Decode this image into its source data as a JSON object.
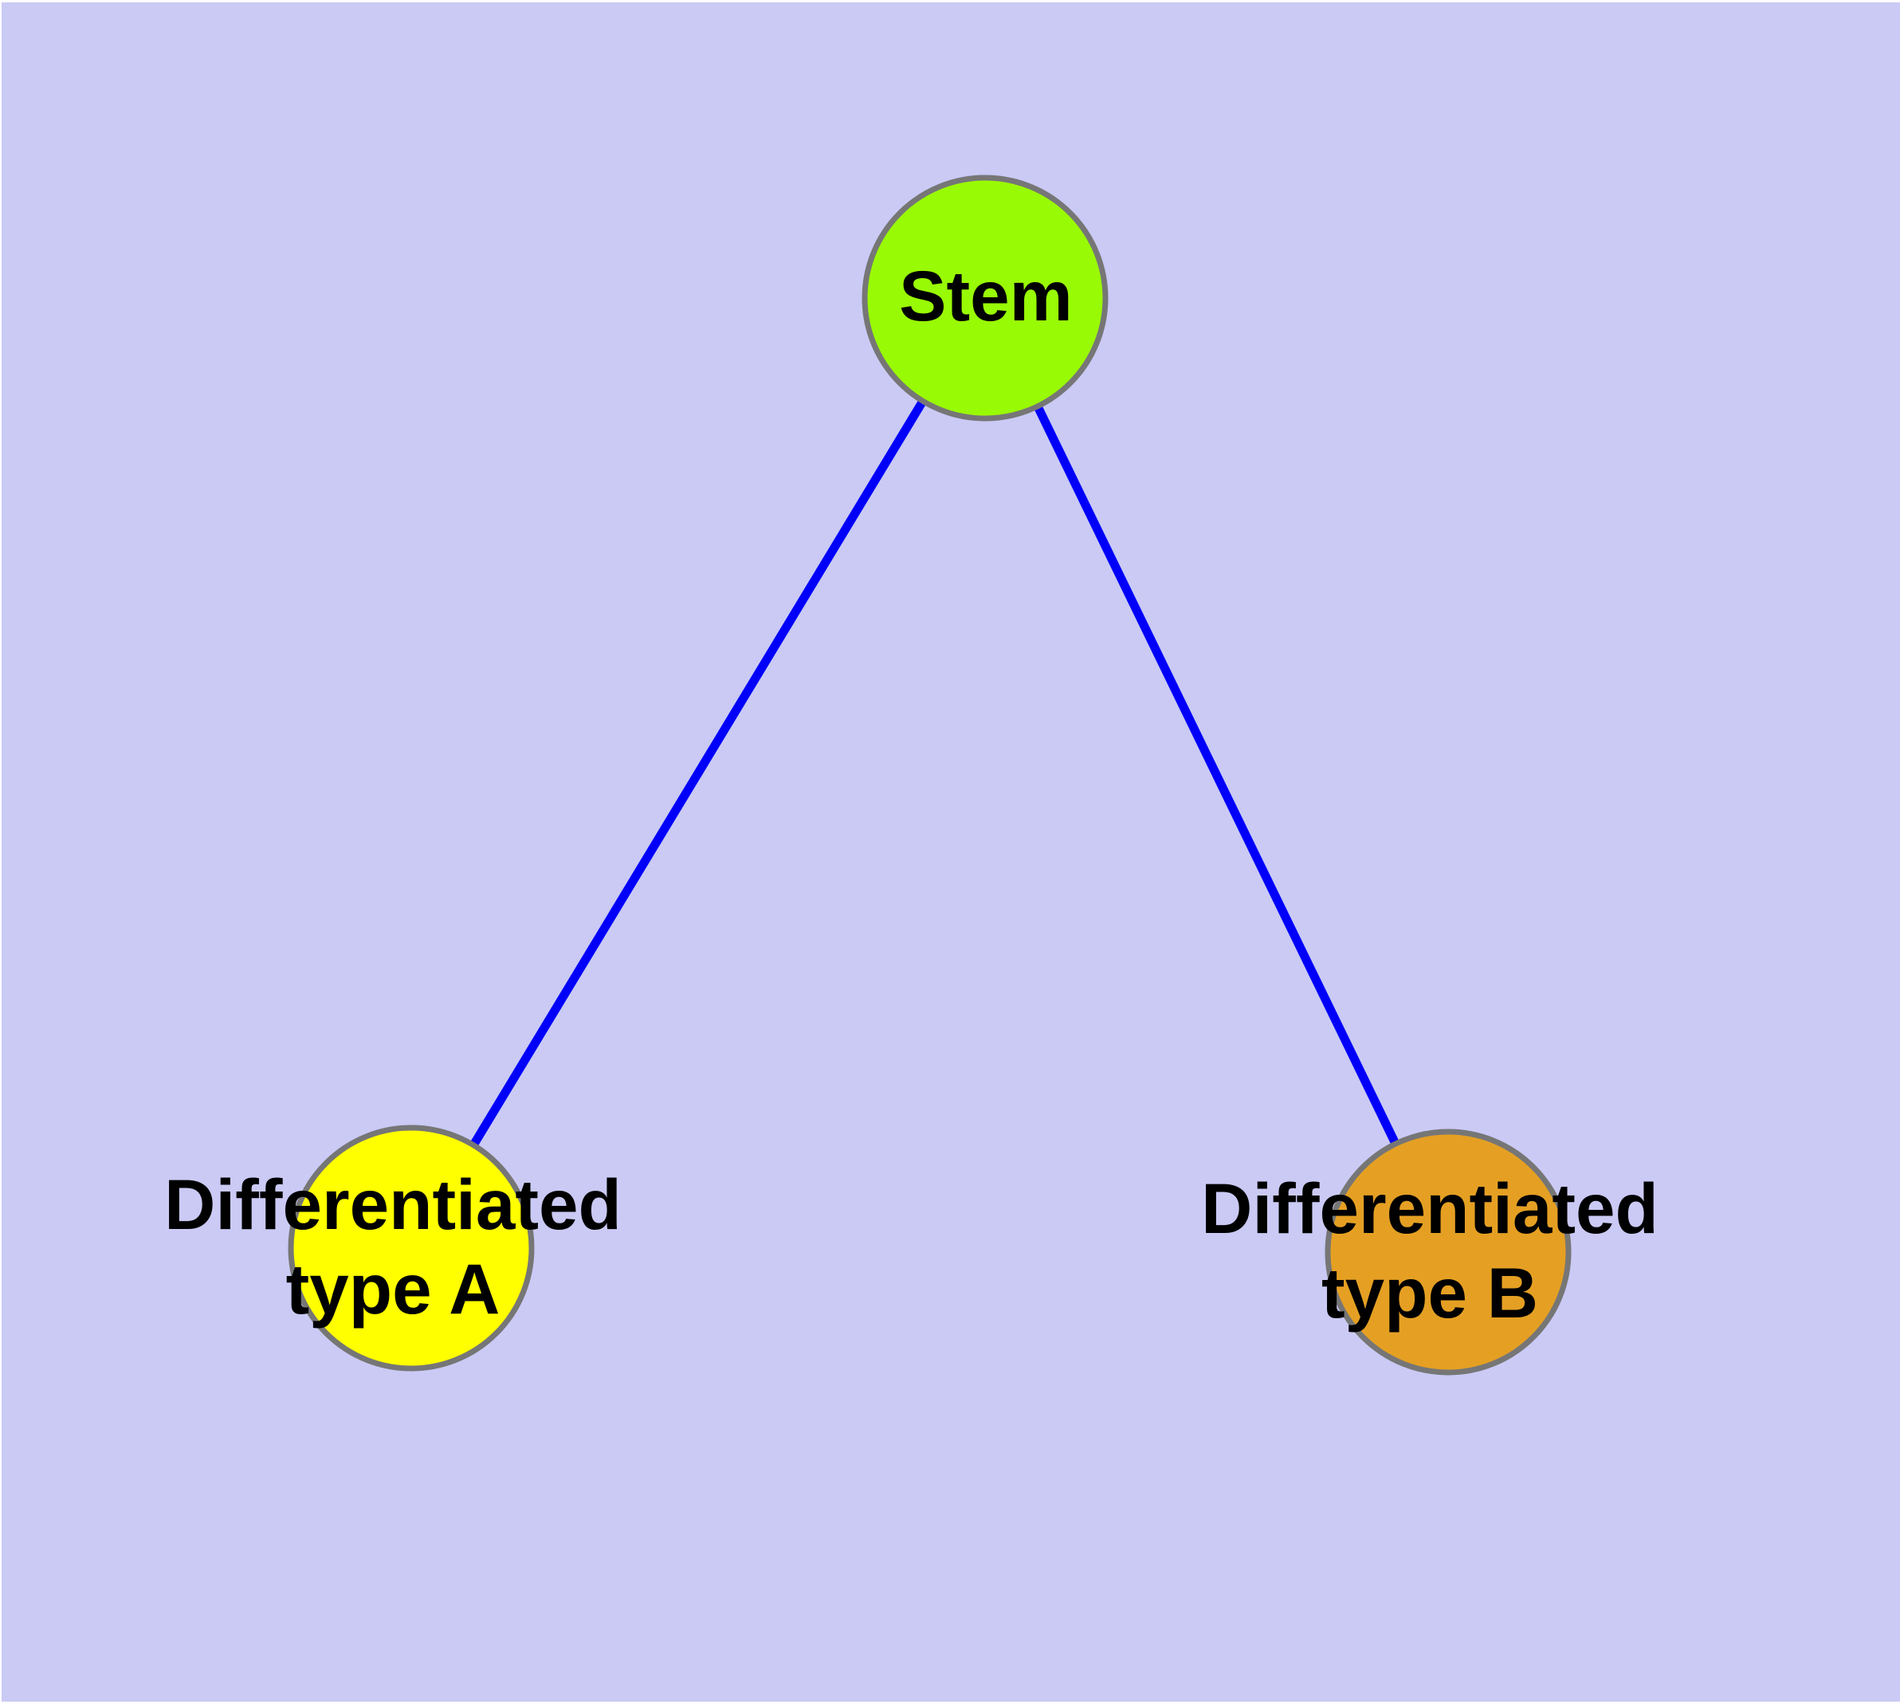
{
  "diagram": {
    "type": "graph",
    "background_color": "#CACAF5",
    "frame_color": "#FFFFFF",
    "edge_color": "#0000FA",
    "node_stroke_color": "#767676",
    "label_color": "#000000",
    "nodes": [
      {
        "id": "stem",
        "label": "Stem",
        "fill": "#99FA05"
      },
      {
        "id": "type-a",
        "label": "Differentiated\ntype A",
        "fill": "#FFFF00"
      },
      {
        "id": "type-b",
        "label": "Differentiated\ntype B",
        "fill": "#E5A023"
      }
    ],
    "edges": [
      {
        "from": "stem",
        "to": "type-a"
      },
      {
        "from": "stem",
        "to": "type-b"
      }
    ]
  }
}
